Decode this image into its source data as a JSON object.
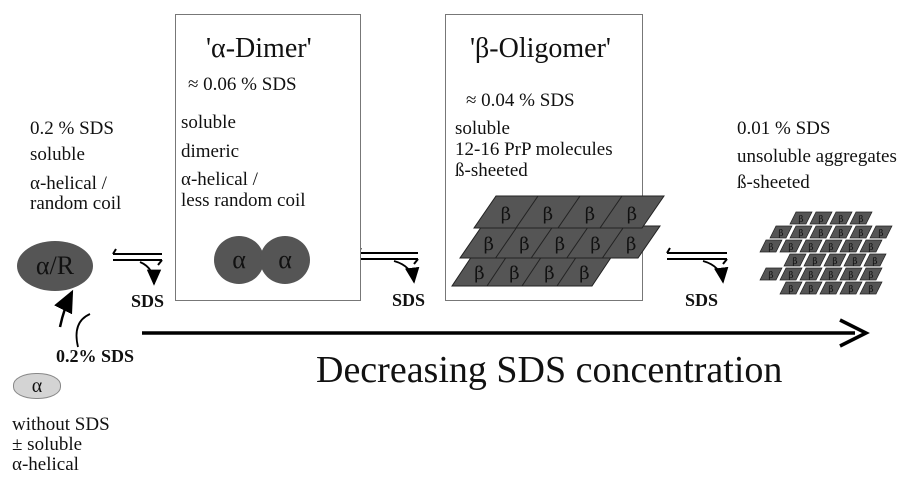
{
  "alpha_dimer": {
    "title": "'α-Dimer'",
    "sds": "≈ 0.06 %  SDS",
    "lines": [
      "soluble",
      "dimeric",
      "α-helical /",
      "less  random coil"
    ],
    "icon_left": "α",
    "icon_right": "α"
  },
  "beta_oligomer": {
    "title": "'β-Oligomer'",
    "sds": "≈ 0.04 %  SDS",
    "lines": [
      "soluble",
      "12-16 PrP molecules",
      "ß-sheeted"
    ],
    "sheet_glyph": "β"
  },
  "monomer_state": {
    "sds": "0.2 %  SDS",
    "lines": [
      "soluble",
      "α-helical /",
      "random coil"
    ],
    "icon": "α/R"
  },
  "aggregate_state": {
    "sds": "0.01 %  SDS",
    "lines": [
      "unsoluble aggregates",
      "ß-sheeted"
    ]
  },
  "native_state": {
    "icon": "α",
    "transition_label": "0.2% SDS",
    "lines": [
      "without SDS",
      "± soluble",
      "α-helical"
    ]
  },
  "equilibrium_labels": [
    "SDS",
    "SDS",
    "SDS"
  ],
  "axis_label": "Decreasing SDS concentration",
  "colors": {
    "shape_fill": "#555555",
    "native_fill": "#d4d4d4",
    "line": "#000000"
  }
}
